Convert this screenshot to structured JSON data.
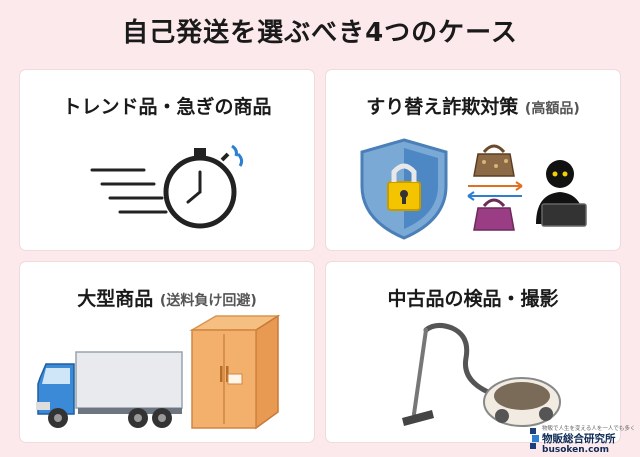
{
  "title": "自己発送を選ぶべき4つのケース",
  "cards": [
    {
      "title": "トレンド品・急ぎの商品",
      "sub": "",
      "icon": "stopwatch-icon"
    },
    {
      "title": "すり替え詐欺対策",
      "sub": "(高額品)",
      "icon": "security-shield-icon"
    },
    {
      "title": "大型商品",
      "sub": "(送料負け回避)",
      "icon": "truck-icon"
    },
    {
      "title": "中古品の検品・撮影",
      "sub": "",
      "icon": "vacuum-cleaner-icon"
    }
  ],
  "brand": {
    "tagline": "物販で人生を変える人を一人でも多く",
    "name": "物販総合研究所",
    "url": "busoken.com"
  },
  "colors": {
    "background": "#fbe9ec",
    "card": "#ffffff",
    "accent_blue": "#2d7fd0",
    "accent_orange": "#f0a050"
  }
}
